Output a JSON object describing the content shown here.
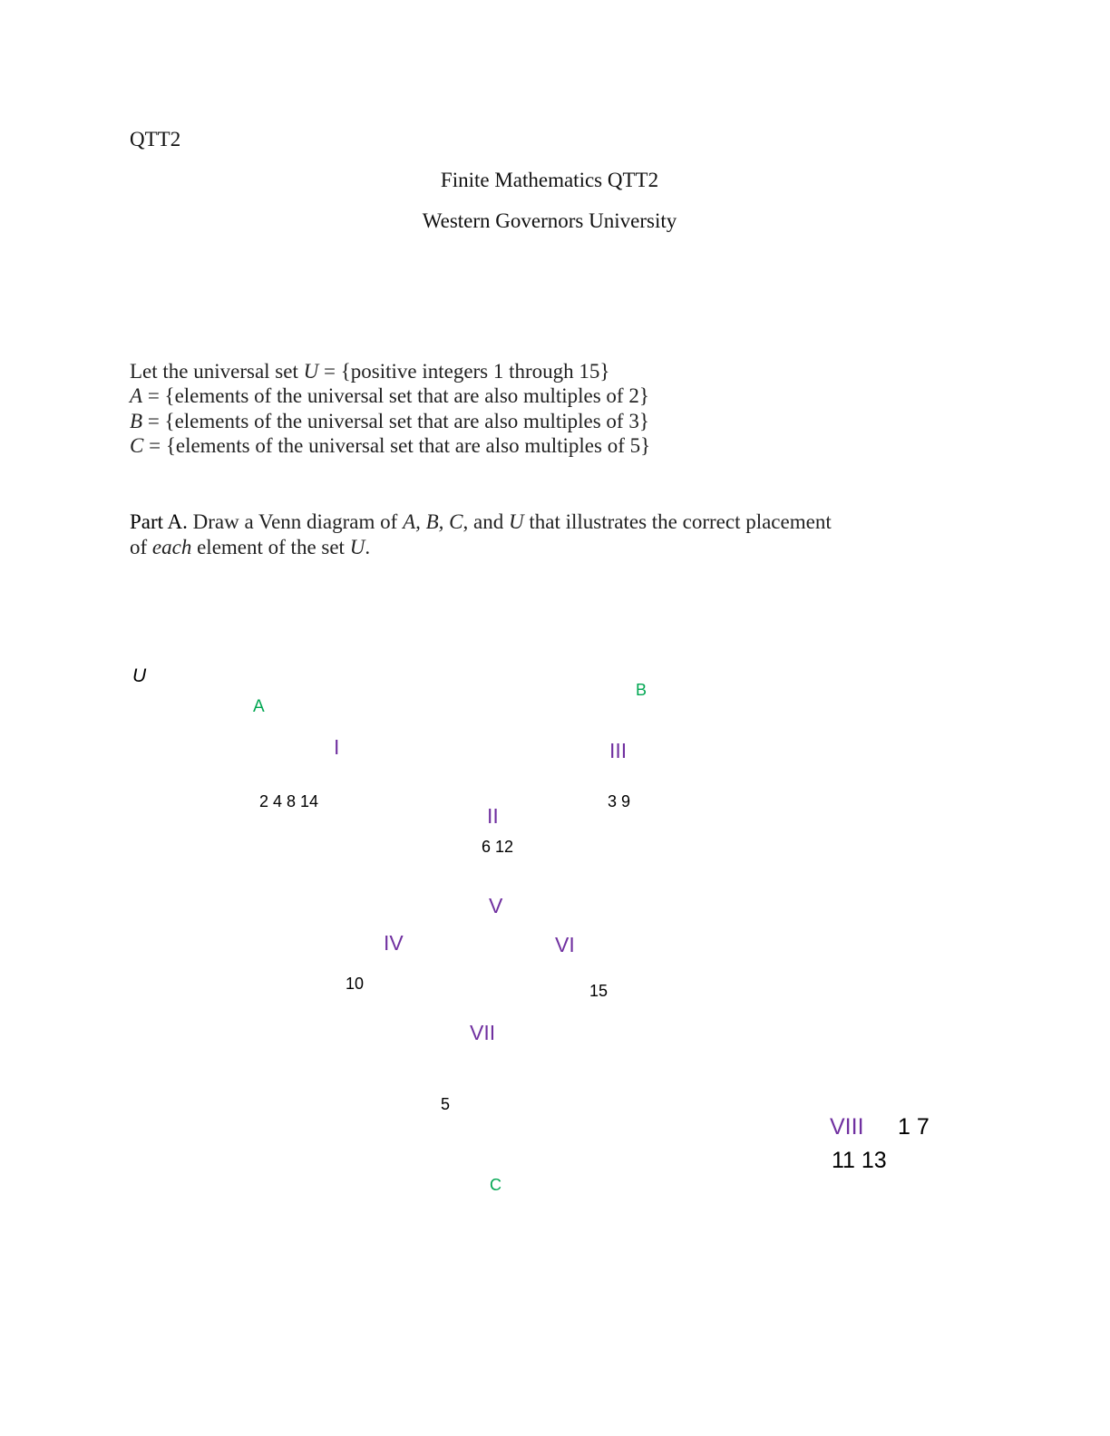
{
  "header": {
    "label": "QTT2",
    "title": "Finite Mathematics QTT2",
    "subtitle": "Western Governors University"
  },
  "definitions": {
    "u": {
      "prefix": "Let the universal set ",
      "symbol": "U",
      "rest": " = {positive integers 1 through 15}"
    },
    "a": {
      "symbol": "A",
      "rest": " = {elements of the universal set that are also multiples of 2}"
    },
    "b": {
      "symbol": "B",
      "rest": " = {elements of the universal set that are also multiples of 3}"
    },
    "c": {
      "symbol": "C",
      "rest": " = {elements of the universal set that are also multiples of 5}"
    }
  },
  "part_a": {
    "label": "Part A.",
    "text1": " Draw a Venn diagram of ",
    "sets": "A, B, C",
    "text2": ", and ",
    "u_symbol": "U",
    "text3": " that illustrates the correct placement",
    "line2_prefix": "of ",
    "each": "each",
    "line2_mid": " element of the set ",
    "line2_end": "."
  },
  "venn": {
    "set_labels": {
      "u": "U",
      "a": "A",
      "b": "B",
      "c": "C"
    },
    "regions": {
      "i": {
        "label": "I",
        "values": "2 4 8 14"
      },
      "ii": {
        "label": "II",
        "values": "6 12"
      },
      "iii": {
        "label": "III",
        "values": "3 9"
      },
      "iv": {
        "label": "IV",
        "values": "10"
      },
      "v": {
        "label": "V",
        "values": ""
      },
      "vi": {
        "label": "VI",
        "values": "15"
      },
      "vii": {
        "label": "VII",
        "values": "5"
      },
      "viii": {
        "label": "VIII",
        "values_line1": "1 7",
        "values_line2": "11 13"
      }
    },
    "colors": {
      "set_label": "#00a651",
      "region_label": "#7030a0",
      "values": "#000000"
    }
  }
}
